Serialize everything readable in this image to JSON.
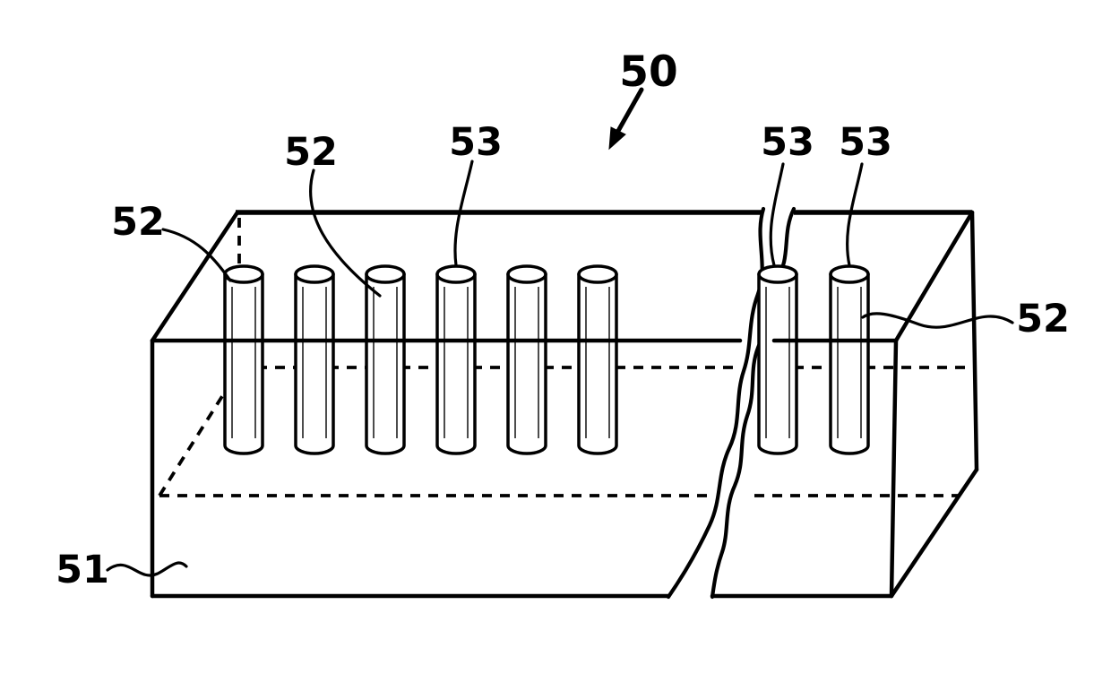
{
  "figure": {
    "background": "#ffffff",
    "line_color": "#000000",
    "pin_counts": {
      "left_section": 6,
      "right_section": 2
    },
    "labels": [
      {
        "id": "label-50",
        "text": "50"
      },
      {
        "id": "label-52-left",
        "text": "52"
      },
      {
        "id": "label-52-mid",
        "text": "52"
      },
      {
        "id": "label-53-left",
        "text": "53"
      },
      {
        "id": "label-53-mid",
        "text": "53"
      },
      {
        "id": "label-53-right",
        "text": "53"
      },
      {
        "id": "label-52-right",
        "text": "52"
      },
      {
        "id": "label-51",
        "text": "51"
      }
    ]
  }
}
